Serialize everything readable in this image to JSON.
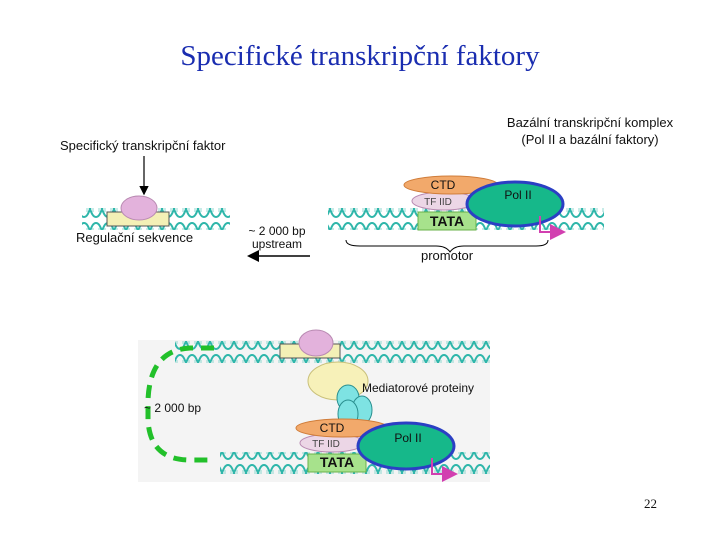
{
  "title": "Specifické transkripční faktory",
  "labels": {
    "basal_complex_line1": "Bazální transkripční komplex",
    "basal_complex_line2": "(Pol II a bazální faktory)",
    "specific_tf": "Specifický transkripční faktor",
    "regulatory_sequence": "Regulační sekvence",
    "distance_line1": "~ 2 000 bp",
    "distance_line2": "upstream",
    "promoter": "promotor",
    "ctd_top": "CTD",
    "tfiid_top": "TF IID",
    "pol2_top": "Pol II",
    "tata_top": "TATA",
    "mediator": "Mediatorové proteiny",
    "loop_distance": "~ 2 000 bp",
    "ctd_bottom": "CTD",
    "tfiid_bottom": "TF IID",
    "pol2_bottom": "Pol II",
    "tata_bottom": "TATA"
  },
  "page_number": "22",
  "colors": {
    "title": "#1a2db0",
    "dna": "#2fb6aa",
    "loop": "#22c02a",
    "tf_blob": "#e3b2dc",
    "regulatory_box": "#f4f0b6",
    "pol2": "#16b88a",
    "pol2_outline": "#2b3fc4",
    "ctd": "#f2a96b",
    "tfiid": "#ecd6e6",
    "tata": "#a7e28c",
    "mediator": "#f7f1b9",
    "mediator_spheres": "#7ee3e3",
    "start_arrow": "#d23fb0"
  }
}
